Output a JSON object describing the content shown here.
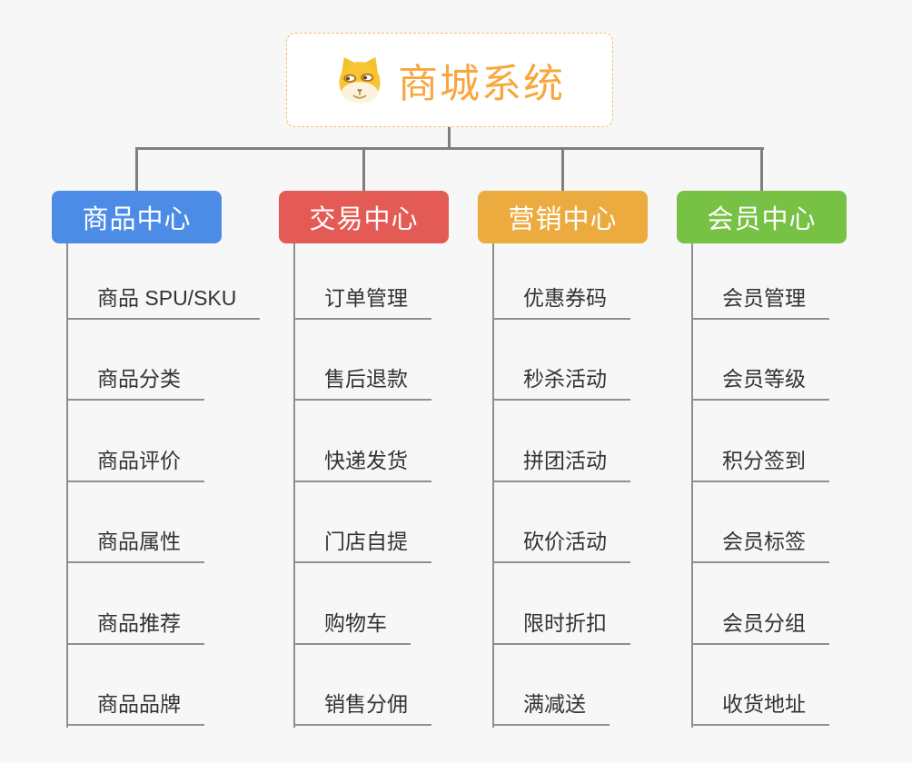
{
  "canvas": {
    "background": "#f7f7f7"
  },
  "colors": {
    "connector": "#7f7f7f",
    "underline": "#8f8f8f",
    "item_text": "#333333"
  },
  "root": {
    "label": "商城系统",
    "icon": "doge-face-icon",
    "text_color": "#f7a73e",
    "border_color": "#f0be6e",
    "background": "#ffffff"
  },
  "branches": [
    {
      "label": "商品中心",
      "color": "#4d8ce6",
      "text_color": "#ffffff",
      "items": [
        "商品 SPU/SKU",
        "商品分类",
        "商品评价",
        "商品属性",
        "商品推荐",
        "商品品牌"
      ]
    },
    {
      "label": "交易中心",
      "color": "#e45a54",
      "text_color": "#ffffff",
      "items": [
        "订单管理",
        "售后退款",
        "快递发货",
        "门店自提",
        "购物车",
        "销售分佣"
      ]
    },
    {
      "label": "营销中心",
      "color": "#ebab3e",
      "text_color": "#ffffff",
      "items": [
        "优惠券码",
        "秒杀活动",
        "拼团活动",
        "砍价活动",
        "限时折扣",
        "满减送"
      ]
    },
    {
      "label": "会员中心",
      "color": "#77c145",
      "text_color": "#ffffff",
      "items": [
        "会员管理",
        "会员等级",
        "积分签到",
        "会员标签",
        "会员分组",
        "收货地址"
      ]
    }
  ]
}
